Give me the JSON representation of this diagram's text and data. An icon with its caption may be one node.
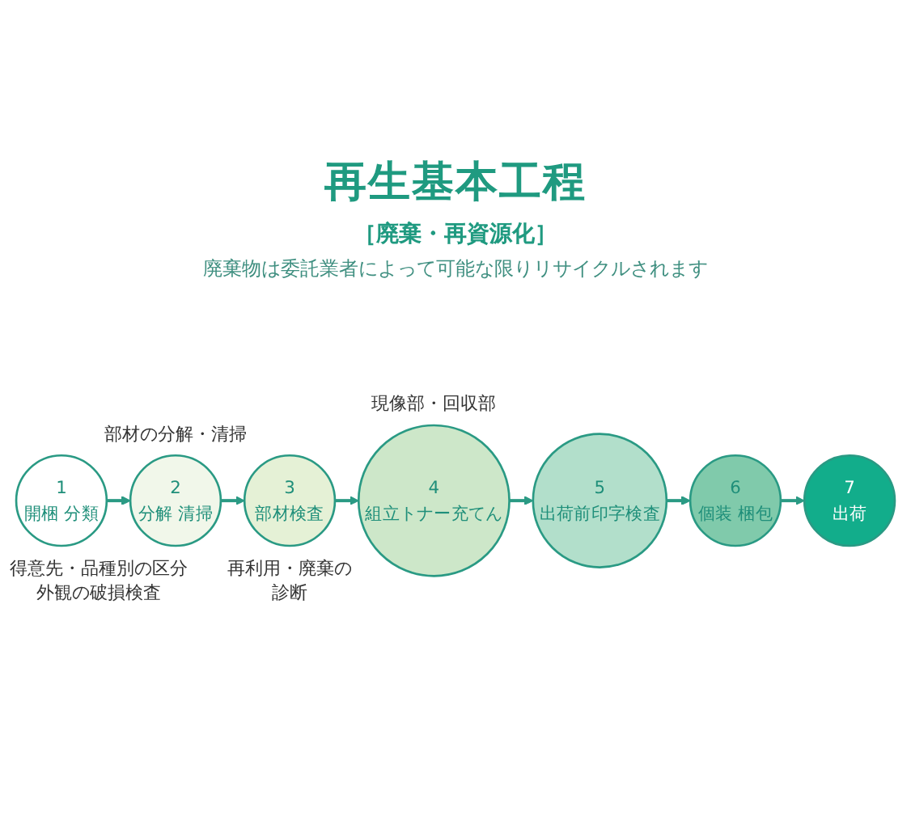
{
  "diagram": {
    "title": "再生基本工程",
    "nodes": [
      {
        "text": [
          "1",
          "開梱 分類"
        ],
        "beside": [
          "得意先・品種別の区分外観の破損検査"
        ]
      },
      {
        "text": [
          "2",
          "分解 清掃"
        ],
        "beside": [
          "部材の分解・清掃"
        ]
      },
      {
        "text": [
          "3",
          "部材検査"
        ],
        "beside": [
          "再利用・廃棄の診断"
        ]
      },
      {
        "text": [
          "4",
          "組立トナー充てん"
        ],
        "beside": [
          "現像部・回収部"
        ]
      },
      {
        "text": [
          "5",
          "出荷前印字検査"
        ]
      },
      {
        "text": [
          "6",
          "個装 梱包"
        ]
      },
      {
        "text": [
          "7",
          "出荷"
        ]
      }
    ],
    "edges": [
      {
        "from": 0,
        "to": 1,
        "arrow": "to"
      },
      {
        "from": 1,
        "to": 2,
        "arrow": "to"
      },
      {
        "from": 2,
        "to": 3,
        "arrow": "to"
      },
      {
        "from": 3,
        "to": 4,
        "arrow": "to"
      },
      {
        "from": 4,
        "to": 5,
        "arrow": "to"
      },
      {
        "from": 5,
        "to": 6,
        "arrow": "to"
      }
    ],
    "labels": [
      "［廃棄・再資源化］",
      "廃棄物は委託業者によって可能な限りリサイクルされます"
    ]
  }
}
